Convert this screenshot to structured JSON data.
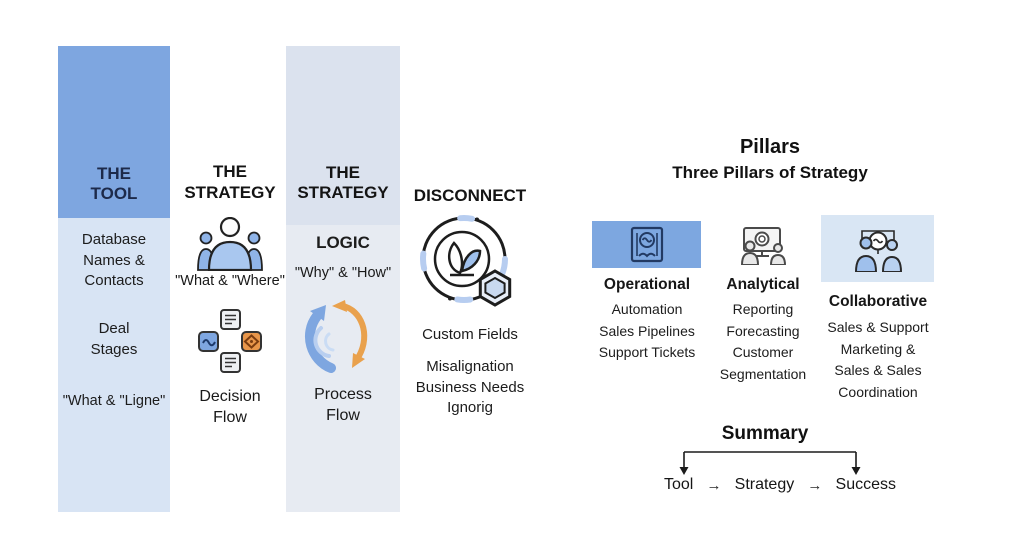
{
  "tool": {
    "heading": "THE\nTOOL",
    "item1": "Database\nNames &\nContacts",
    "item2": "Deal\nStages",
    "item3": "\"What & \"Ligne\""
  },
  "strategy": {
    "heading": "THE\nSTRATEGY",
    "caption": "\"What & \"Where\"",
    "label": "Decision\nFlow"
  },
  "logic": {
    "heading": "THE\nSTRATEGY",
    "subheading": "LOGIC",
    "caption": "\"Why\" & \"How\"",
    "label": "Process\nFlow"
  },
  "disconnect": {
    "heading": "DISCONNECT",
    "item1": "Custom Fields",
    "item2": "Misalignation\nBusiness Needs\nIgnorig"
  },
  "pillars": {
    "title": "Pillars",
    "subtitle": "Three Pillars of Strategy",
    "items": [
      {
        "label": "Operational",
        "details": "Automation\nSales Pipelines\nSupport Tickets"
      },
      {
        "label": "Analytical",
        "details": "Reporting\nForecasting\nCustomer\nSegmentation"
      },
      {
        "label": "Collaborative",
        "details": "Sales & Support\nMarketing &\nSales & Sales\nCoordination"
      }
    ]
  },
  "summary": {
    "title": "Summary",
    "step1": "Tool",
    "step2": "Strategy",
    "step3": "Success",
    "arrow": "→"
  },
  "colors": {
    "column_blue": "#7ea6e0",
    "column_light_blue": "#d8e4f4",
    "panel_gray_blue": "#dbe2ee",
    "panel_light": "#e7ebf2",
    "card_blue": "#7da7e0",
    "card_light_blue": "#d9e6f4",
    "accent_orange": "#e8964a",
    "icon_navy": "#223a63",
    "heading_navy": "#1d2a4a"
  }
}
